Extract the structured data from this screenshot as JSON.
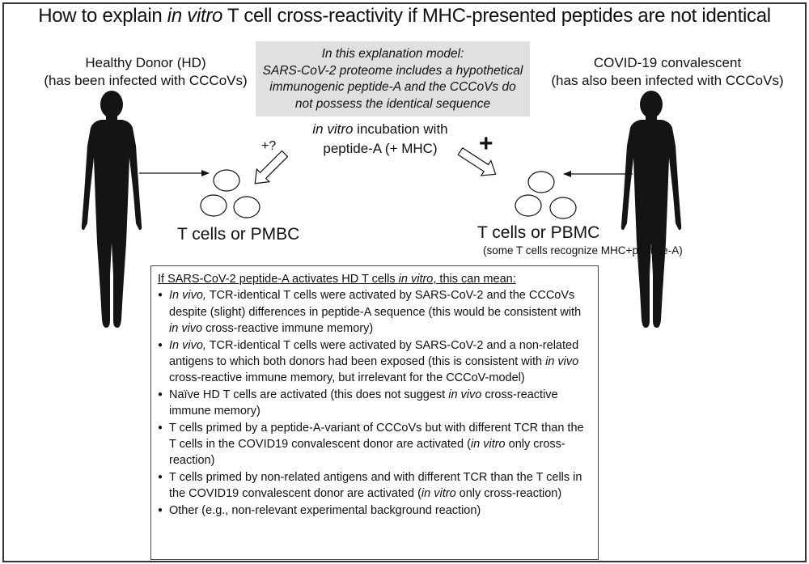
{
  "title": {
    "pre": "How to explain ",
    "italic": "in vitro",
    "post": " T cell cross-reactivity if MHC-presented peptides are not identical"
  },
  "left_donor": {
    "line1": "Healthy Donor (HD)",
    "line2": "(has been infected with CCCoVs)",
    "icon": "human-silhouette-icon"
  },
  "right_donor": {
    "line1": "COVID-19 convalescent",
    "line2": "(has also been infected with CCCoVs)",
    "icon": "human-silhouette-icon"
  },
  "model_box": {
    "lines": [
      "In this explanation model:",
      "SARS-CoV-2 proteome includes a hypothetical",
      "immunogenic peptide-A and the CCCoVs do",
      "not possess the identical sequence"
    ],
    "background": "#e0e0e0"
  },
  "incubation": {
    "italic": "in vitro",
    "line1_rest": " incubation with",
    "line2": "peptide-A (+ MHC)"
  },
  "signs": {
    "left": "+?",
    "right": "+"
  },
  "left_cells": {
    "label": "T cells or PMBC"
  },
  "right_cells": {
    "label": "T cells or PBMC",
    "sublabel": "(some T cells recognize MHC+peptide-A)"
  },
  "explanation": {
    "heading_pre": "If SARS-CoV-2 peptide-A activates HD T cells ",
    "heading_italic": "in vitro",
    "heading_post": ", this can mean:",
    "bullets": [
      {
        "a_italic": "In vivo,",
        "b": " TCR-identical T cells were activated by SARS-CoV-2 and the CCCoVs despite (slight) differences in peptide-A sequence (this would be consistent with ",
        "c_italic": "in vivo",
        "d": " cross-reactive immune memory)"
      },
      {
        "a_italic": "In vivo,",
        "b": " TCR-identical T cells were activated by SARS-CoV-2 and a non-related antigens to which both donors had been exposed (this is consistent with ",
        "c_italic": "in vivo",
        "d": " cross-reactive immune memory, but irrelevant for the CCCoV-model)"
      },
      {
        "a_italic": "",
        "b": "Naïve HD T cells are activated (this does not suggest ",
        "c_italic": "in vivo",
        "d": " cross-reactive immune memory)"
      },
      {
        "a_italic": "",
        "b": "T cells primed by a peptide-A-variant of CCCoVs but with different  TCR than the T cells in the COVID19 convalescent donor are activated (",
        "c_italic": "in vitro",
        "d": " only cross-reaction)"
      },
      {
        "a_italic": "",
        "b": "T cells primed by non-related antigens and with different TCR than the T cells in the COVID19 convalescent donor are activated (",
        "c_italic": "in vitro",
        "d": " only cross-reaction)"
      },
      {
        "a_italic": "",
        "b": "Other (e.g., non-relevant experimental background reaction)",
        "c_italic": "",
        "d": ""
      }
    ]
  },
  "colors": {
    "silhouette": "#141414",
    "frame": "#333333"
  }
}
